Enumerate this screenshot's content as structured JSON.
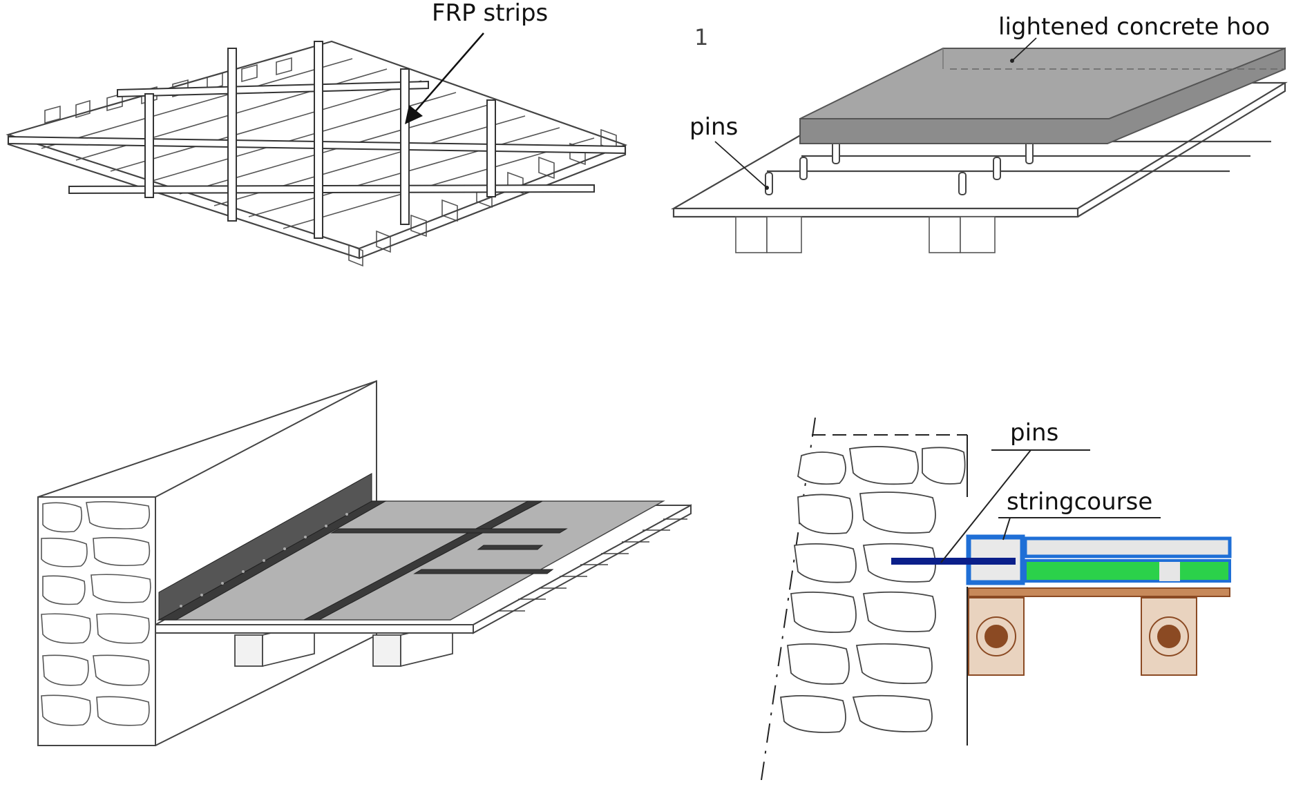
{
  "panels": {
    "frp": {
      "label": "FRP strips"
    },
    "concrete": {
      "number": "1",
      "label_hood": "lightened concrete hoo",
      "label_pins": "pins"
    },
    "steel": {},
    "section": {
      "label_pins": "pins",
      "label_stringcourse": "stringcourse"
    }
  },
  "colors": {
    "concrete_fill": "#9c9c9c",
    "steel_plate": "#b3b3b3",
    "steel_strip": "#3a3a3a",
    "stringcourse_blue": "#1f6fd6",
    "pin_navy": "#0b1f8a",
    "insulation_green": "#2bd14a",
    "timber_brown": "#8b4a23"
  }
}
